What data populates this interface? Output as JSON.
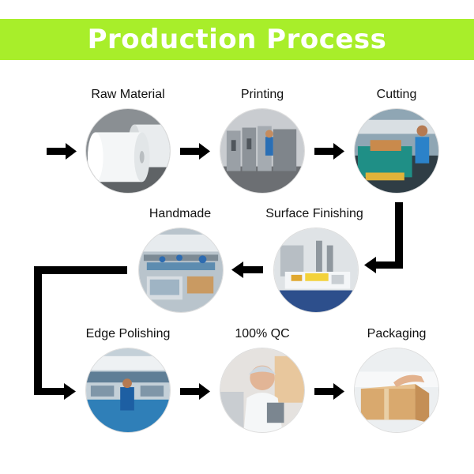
{
  "title": "Production Process",
  "colors": {
    "banner": "#a8ee2a",
    "arrow": "#000000"
  },
  "steps": [
    {
      "label": "Raw Material",
      "icon": "paper-roll-photo"
    },
    {
      "label": "Printing",
      "icon": "printing-press-photo"
    },
    {
      "label": "Cutting",
      "icon": "cutting-machine-photo"
    },
    {
      "label": "Handmade",
      "icon": "handmade-workshop-photo"
    },
    {
      "label": "Surface Finishing",
      "icon": "surface-finishing-photo"
    },
    {
      "label": "Edge Polishing",
      "icon": "edge-polishing-photo"
    },
    {
      "label": "100% QC",
      "icon": "quality-control-photo"
    },
    {
      "label": "Packaging",
      "icon": "packaging-photo"
    }
  ]
}
